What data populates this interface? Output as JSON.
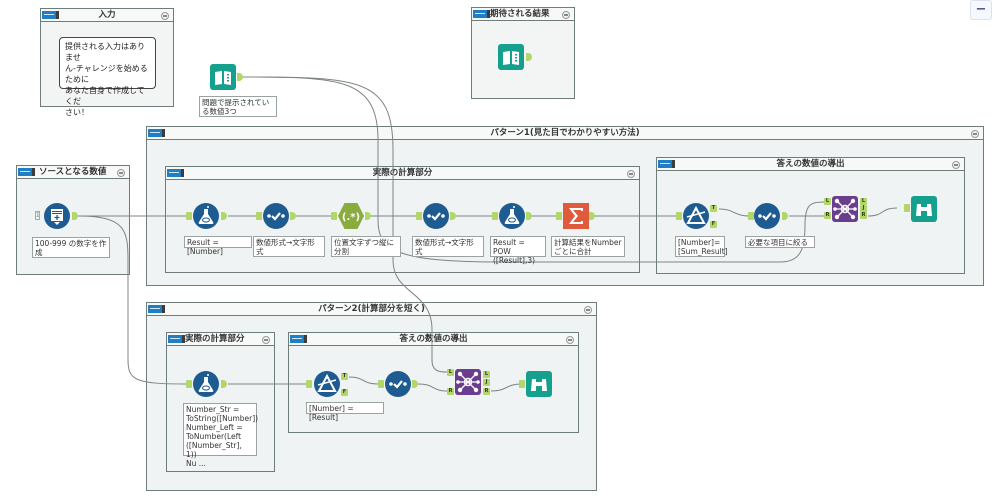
{
  "toolbar": {
    "zoom_out_label": "−"
  },
  "containers": {
    "input": {
      "title": "入力"
    },
    "expected": {
      "title": "期待される結果"
    },
    "source": {
      "title": "ソースとなる数値"
    },
    "pattern1": {
      "title": "パターン1(見た目でわかりやすい方法)"
    },
    "p1_calc": {
      "title": "実際の計算部分"
    },
    "p1_answer": {
      "title": "答えの数値の導出"
    },
    "pattern2": {
      "title": "パターン2(計算部分を短く)"
    },
    "p2_calc": {
      "title": "実際の計算部分"
    },
    "p2_answer": {
      "title": "答えの数値の導出"
    }
  },
  "comments": {
    "input_note": "提供される入力はありませ\nん-チャレンジを始めるために\nあなた自身で作成してくだ\nさい！"
  },
  "annotations": {
    "text_input_problem": "問題で提示されてい\nる数値3つ",
    "generate_rows": "100-999 の数字を作\n成",
    "p1_formula1": "Result = [Number]",
    "p1_select1": "数値形式→文字形\n式",
    "p1_regex": "位置文字ずつ縦に\n分割",
    "p1_select2": "数値形式→文字形\n式",
    "p1_formula2": "Result = POW\n([Result],3)",
    "p1_summarize": "計算結果をNumber\nごとに合計",
    "p1_filter": "[Number]=\n[Sum_Result]",
    "p1_select3": "必要な項目に絞る",
    "p2_formula": "Number_Str =\nToString([Number])\nNumber_Left =\nToNumber(Left\n([Number_Str], 1))\nNu ...",
    "p2_filter": "[Number] = [Result]"
  },
  "anchor_labels": {
    "true": "T",
    "false": "F",
    "left": "L",
    "join": "J",
    "right": "R"
  },
  "colors": {
    "container_border": "#6f7d7a",
    "container_bg": "#eff3f3",
    "tool_blue": "#1d5b91",
    "tool_teal": "#14a08c",
    "tool_green": "#8aab3e",
    "tool_purple": "#6a3d8f",
    "tool_orange": "#e05a3e",
    "anchor": "#b3d66a"
  }
}
